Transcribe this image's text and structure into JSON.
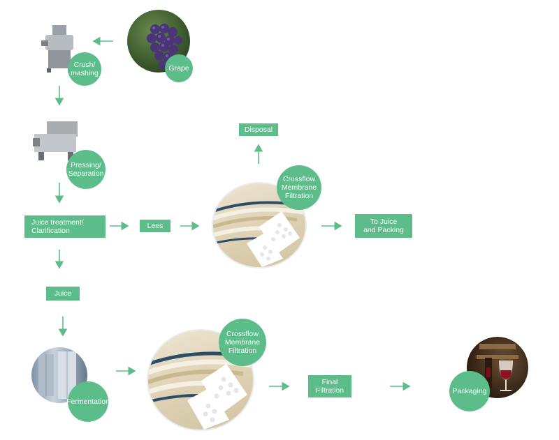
{
  "colors": {
    "accent": "#5cbd8a",
    "arrow": "#5cbd8a"
  },
  "labels": {
    "grape": "Grape",
    "crush": "Crush/\nmashing",
    "pressing": "Pressing/\nSeparation",
    "juice_treatment": "Juice treatment/\nClarification",
    "lees": "Lees",
    "crossflow_top": "Crossflow\nMembrane\nFiltration",
    "disposal": "Disposal",
    "to_juice": "To Juice\nand Packing",
    "juice": "Juice",
    "fermentation": "Fermentation",
    "crossflow_bottom": "Crossflow\nMembrane\nFiltration",
    "final_filtration": "Final\nFiltration",
    "packaging": "Packaging"
  }
}
